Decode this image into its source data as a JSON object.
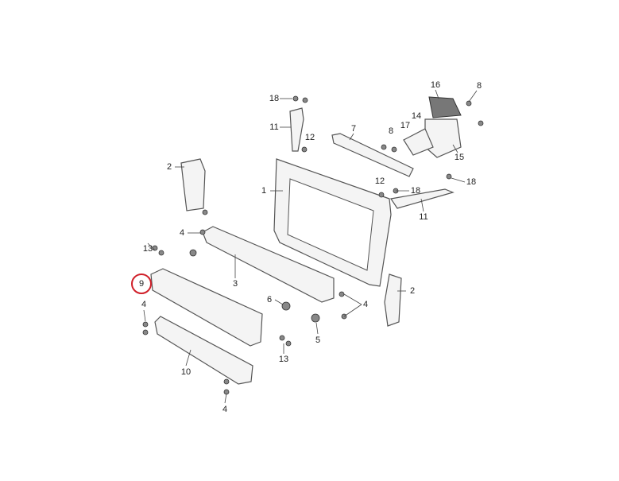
{
  "diagram": {
    "highlight_color": "#d0202a",
    "highlighted_label": "9",
    "labels": [
      "16",
      "8",
      "18",
      "7",
      "8",
      "17",
      "14",
      "15",
      "11",
      "12",
      "2",
      "1",
      "12",
      "18",
      "18",
      "11",
      "4",
      "13",
      "3",
      "9",
      "4",
      "6",
      "4",
      "2",
      "5",
      "13",
      "10",
      "4"
    ]
  }
}
